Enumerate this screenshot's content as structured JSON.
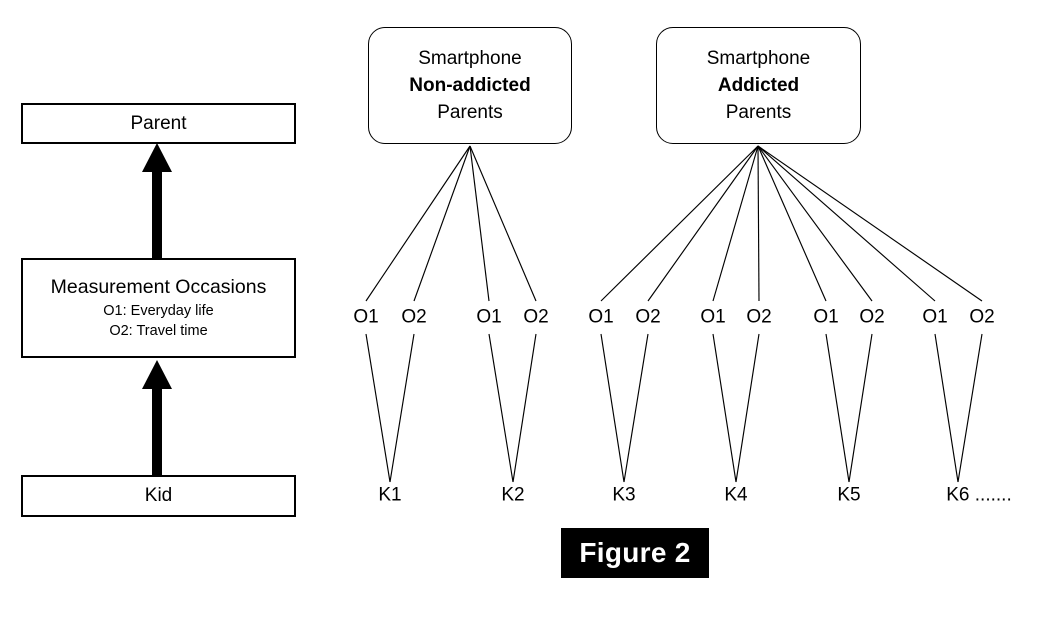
{
  "figure": {
    "caption": "Figure 2"
  },
  "left_panel": {
    "levels": [
      {
        "id": "parent",
        "title": "Parent",
        "sublines": []
      },
      {
        "id": "measurement-occasions",
        "title": "Measurement Occasions",
        "sublines": [
          "O1: Everyday life",
          "O2: Travel time"
        ]
      },
      {
        "id": "kid",
        "title": "Kid",
        "sublines": []
      }
    ],
    "arrow_direction": "up",
    "arrow_color": "#000000"
  },
  "right_panel": {
    "groups": [
      {
        "id": "non-addicted",
        "line1": "Smartphone",
        "line2": "Non-addicted",
        "line3": "Parents",
        "bold_line": 2,
        "kids": [
          "K1",
          "K2"
        ]
      },
      {
        "id": "addicted",
        "line1": "Smartphone",
        "line2": "Addicted",
        "line3": "Parents",
        "bold_line": 2,
        "kids": [
          "K3",
          "K4",
          "K5",
          "K6 ......."
        ]
      }
    ],
    "occasion_labels": [
      "O1",
      "O2",
      "O1",
      "O2",
      "O1",
      "O2",
      "O1",
      "O2",
      "O1",
      "O2",
      "O1",
      "O2"
    ],
    "kid_labels": [
      "K1",
      "K2",
      "K3",
      "K4",
      "K5",
      "K6 ......."
    ]
  },
  "style": {
    "background": "#ffffff",
    "stroke": "#000000",
    "caption_background": "#000000",
    "caption_text_color": "#ffffff"
  }
}
